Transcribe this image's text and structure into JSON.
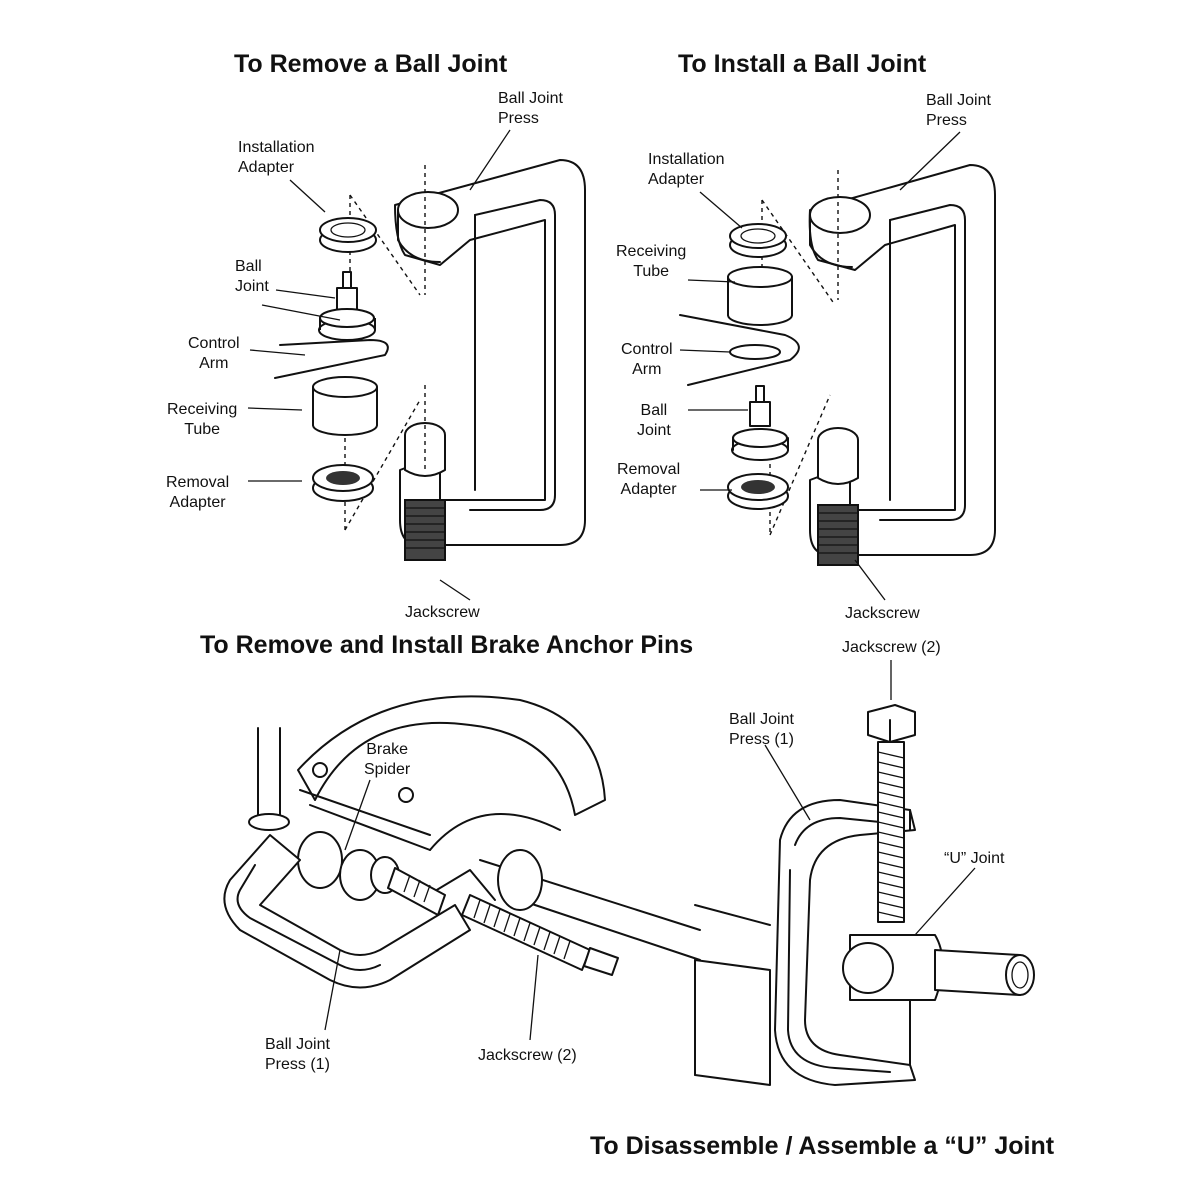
{
  "panels": {
    "remove": {
      "title": "To Remove a Ball Joint",
      "labels": {
        "press_1": "Ball Joint",
        "press_2": "Press",
        "adapter_1": "Installation",
        "adapter_2": "Adapter",
        "balljoint_1": "Ball",
        "balljoint_2": "Joint",
        "control_1": "Control",
        "control_2": "Arm",
        "receiving_1": "Receiving",
        "receiving_2": "Tube",
        "removal_1": "Removal",
        "removal_2": "Adapter",
        "jackscrew": "Jackscrew"
      }
    },
    "install": {
      "title": "To Install a Ball Joint",
      "labels": {
        "press_1": "Ball Joint",
        "press_2": "Press",
        "adapter_1": "Installation",
        "adapter_2": "Adapter",
        "receiving_1": "Receiving",
        "receiving_2": "Tube",
        "control_1": "Control",
        "control_2": "Arm",
        "balljoint_1": "Ball",
        "balljoint_2": "Joint",
        "removal_1": "Removal",
        "removal_2": "Adapter",
        "jackscrew": "Jackscrew"
      }
    },
    "brake": {
      "title": "To Remove and Install Brake Anchor Pins",
      "labels": {
        "spider_1": "Brake",
        "spider_2": "Spider",
        "press_1": "Ball Joint",
        "press_2": "Press (1)",
        "jackscrew": "Jackscrew (2)"
      }
    },
    "ujoint": {
      "title": "To Disassemble / Assemble a “U” Joint",
      "labels": {
        "jackscrew": "Jackscrew (2)",
        "press_1": "Ball Joint",
        "press_2": "Press (1)",
        "ujoint": "“U” Joint"
      }
    }
  }
}
